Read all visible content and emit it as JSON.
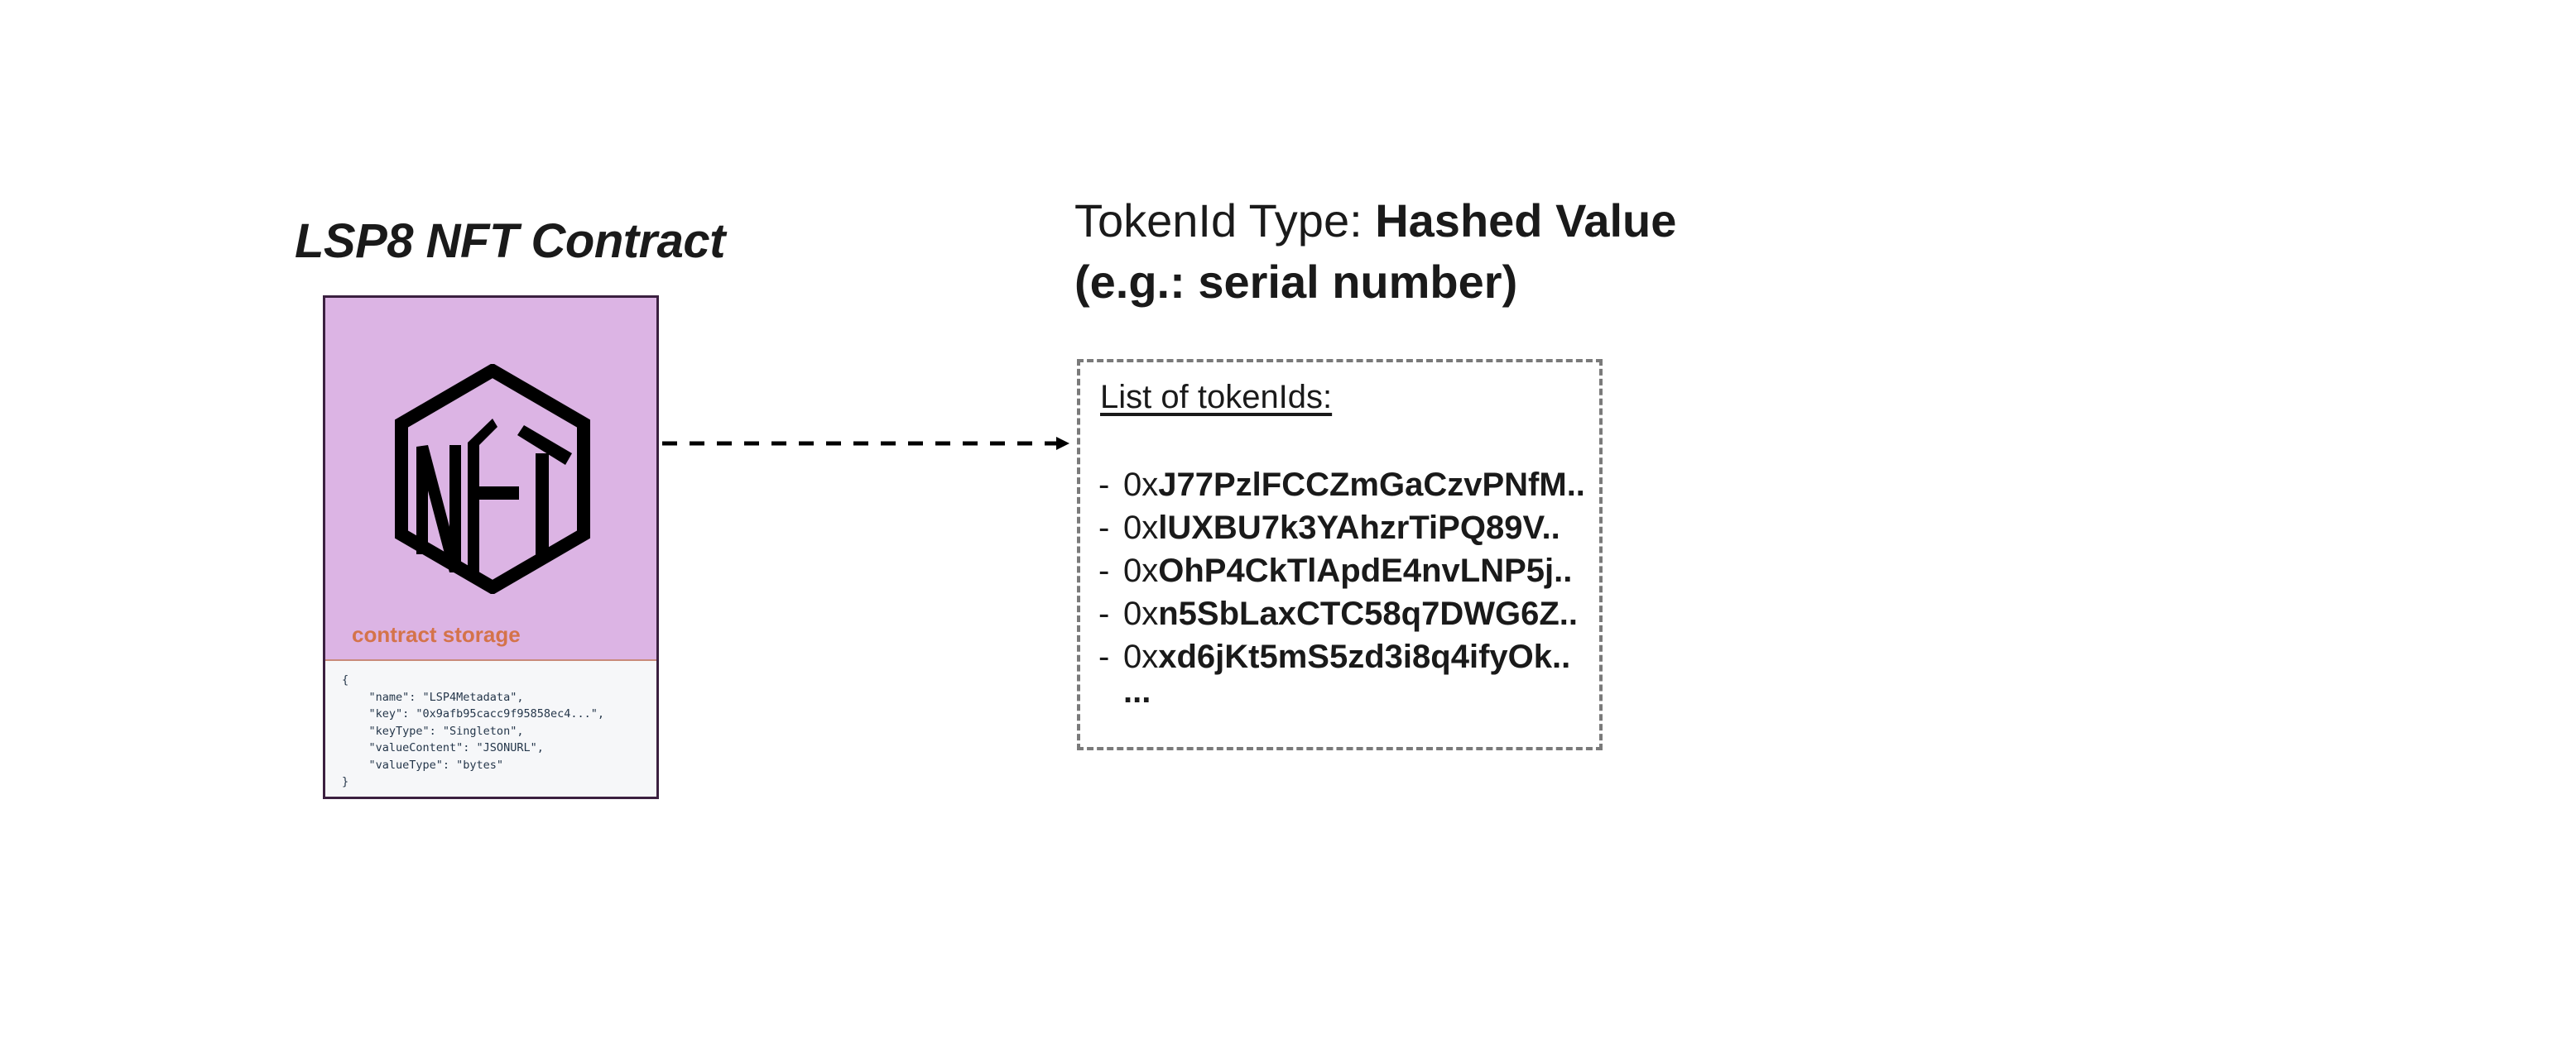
{
  "contract": {
    "title": "LSP8 NFT Contract",
    "logo_icon": "nft-hexagon-logo",
    "storage_label": "contract storage",
    "storage_json": "{\n    \"name\": \"LSP4Metadata\",\n    \"key\": \"0x9afb95cacc9f95858ec4...\",\n    \"keyType\": \"Singleton\",\n    \"valueContent\": \"JSONURL\",\n    \"valueType\": \"bytes\"\n}",
    "colors": {
      "card_bg": "#dcb4e4",
      "storage_label": "#d4734a",
      "json_bg": "#f6f7f9",
      "border": "#3b2040"
    }
  },
  "connector": {
    "style": "dashed-arrow",
    "direction": "right"
  },
  "tokenid_type": {
    "label": "TokenId Type: ",
    "value": "Hashed Value (e.g.: serial number)"
  },
  "token_list": {
    "header": "List of tokenIds:",
    "items": [
      {
        "dash": "-",
        "prefix": "0x",
        "hash": "J77PzlFCCZmGaCzvPNfM.."
      },
      {
        "dash": "-",
        "prefix": "0x",
        "hash": "lUXBU7k3YAhzrTiPQ89V.."
      },
      {
        "dash": "-",
        "prefix": "0x",
        "hash": "OhP4CkTlApdE4nvLNP5j.."
      },
      {
        "dash": "-",
        "prefix": "0x",
        "hash": "n5SbLaxCTC58q7DWG6Z.."
      },
      {
        "dash": "-",
        "prefix": "0x",
        "hash": "xd6jKt5mS5zd3i8q4ifyOk.."
      }
    ],
    "more": "..."
  }
}
